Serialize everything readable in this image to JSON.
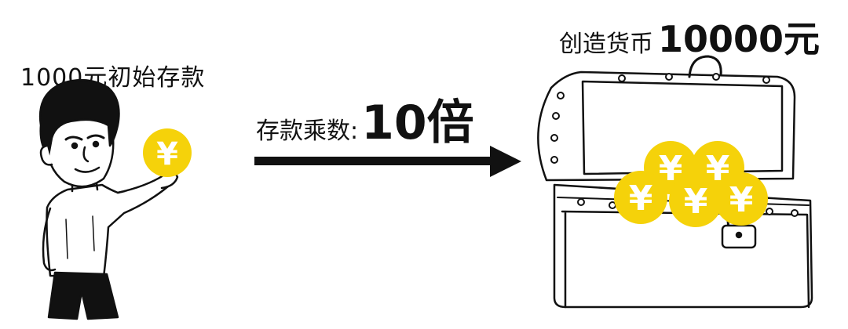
{
  "initial": {
    "label": "1000元初始存款"
  },
  "multiplier": {
    "label": "存款乘数:",
    "value": "10倍"
  },
  "result": {
    "label": "创造货币",
    "value": "10000元"
  },
  "coin": {
    "symbol": "¥",
    "color": "#F5D20A"
  }
}
